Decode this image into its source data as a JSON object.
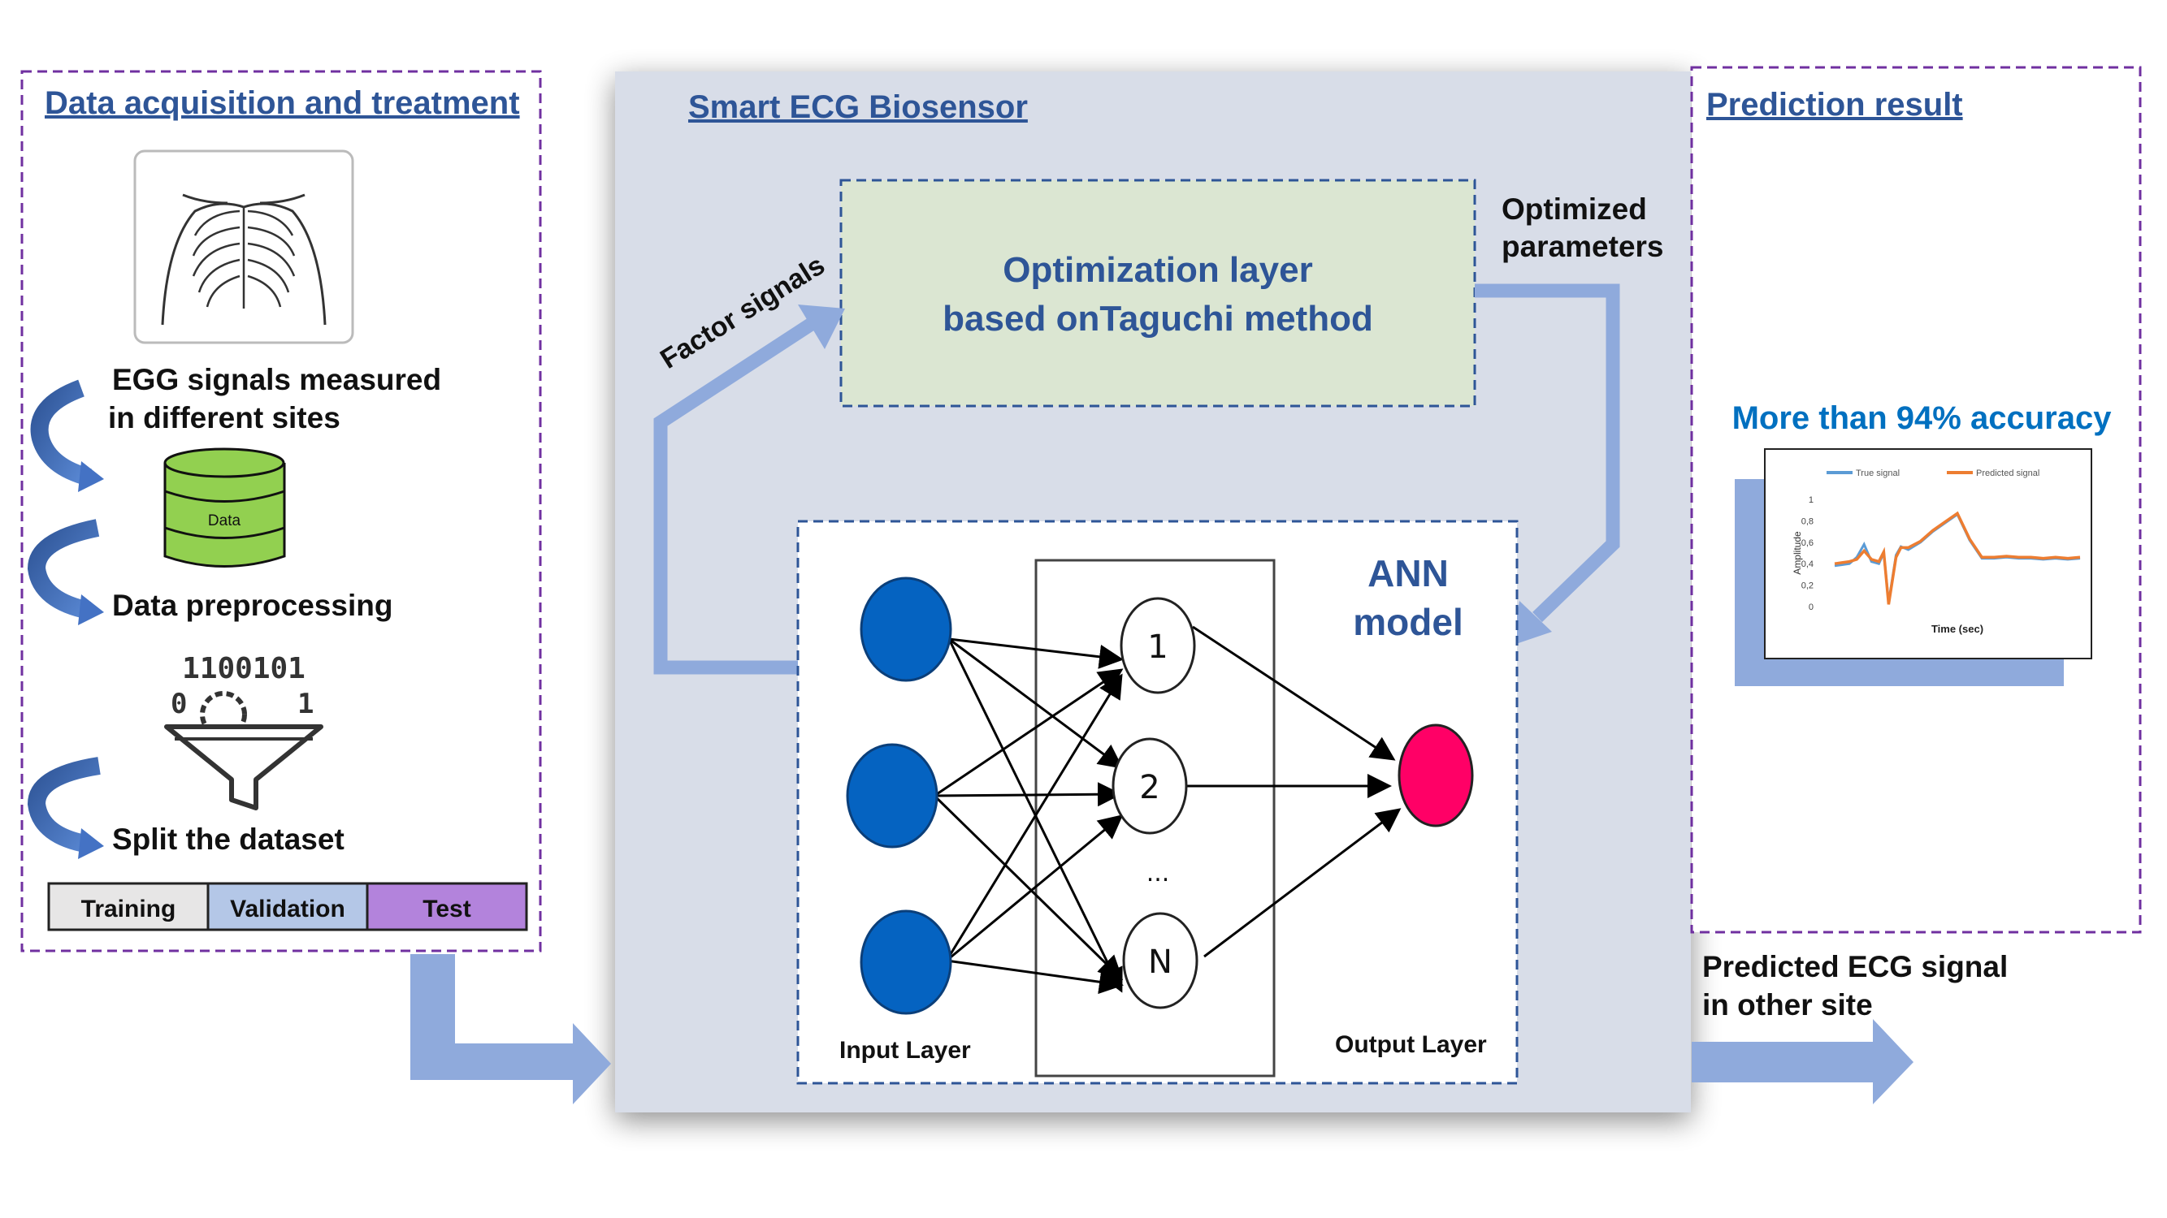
{
  "left_panel": {
    "title": "Data acquisition and treatment",
    "step1": [
      "EGG signals measured",
      "in different sites"
    ],
    "db_label": "Data",
    "step2": "Data preprocessing",
    "binary_top": "1100101",
    "binary_mid": [
      "0",
      "1"
    ],
    "step3": "Split the dataset",
    "splits": [
      "Training",
      "Validation",
      "Test"
    ]
  },
  "center_panel": {
    "title": "Smart ECG Biosensor",
    "factor_label": "Factor signals",
    "optimized_label": [
      "Optimized",
      "parameters"
    ],
    "opt_layer": [
      "Optimization layer",
      "based onTaguchi method"
    ],
    "ann_title": [
      "ANN",
      "model"
    ],
    "hidden_nodes": [
      "1",
      "2",
      "N"
    ],
    "ellipsis": "...",
    "input_layer": "Input Layer",
    "output_layer": "Output Layer"
  },
  "right_panel": {
    "title": "Prediction result",
    "accuracy": "More than 94% accuracy",
    "predicted_label": [
      "Predicted ECG signal",
      "in other site"
    ]
  },
  "chart_data": {
    "type": "line",
    "series": [
      {
        "name": "True signal",
        "color": "#5b9bd5"
      },
      {
        "name": "Predicted signal",
        "color": "#ed7d31"
      }
    ],
    "yticks": [
      "1",
      "0,8",
      "0,6",
      "0,4",
      "0,2",
      "0"
    ],
    "ylabel": "Amplitude",
    "xlabel": "Time (sec)",
    "ylim": [
      0,
      1
    ],
    "x": [
      0,
      0.03,
      0.06,
      0.09,
      0.12,
      0.15,
      0.18,
      0.2,
      0.22,
      0.25,
      0.27,
      0.3,
      0.35,
      0.4,
      0.45,
      0.5,
      0.55,
      0.6,
      0.65,
      0.7,
      0.75,
      0.8,
      0.85,
      0.9,
      0.95,
      1.0
    ],
    "true_values": [
      0.38,
      0.39,
      0.4,
      0.46,
      0.58,
      0.42,
      0.4,
      0.5,
      0.04,
      0.48,
      0.56,
      0.53,
      0.6,
      0.7,
      0.78,
      0.86,
      0.62,
      0.45,
      0.45,
      0.46,
      0.45,
      0.45,
      0.44,
      0.45,
      0.44,
      0.45
    ],
    "pred_values": [
      0.4,
      0.41,
      0.42,
      0.44,
      0.52,
      0.44,
      0.42,
      0.51,
      0.02,
      0.46,
      0.55,
      0.55,
      0.61,
      0.71,
      0.79,
      0.87,
      0.63,
      0.46,
      0.46,
      0.47,
      0.46,
      0.46,
      0.45,
      0.46,
      0.45,
      0.46
    ]
  },
  "colors": {
    "heading": "#2e5597",
    "accent_blue": "#0070c0",
    "arrow_fill": "#8faadc",
    "panel_gray": "#d8dde8",
    "opt_box": "#dbe6d2",
    "purple_dash": "#7030a0",
    "node_blue": "#0563c1",
    "node_red": "#ff0066",
    "db_green": "#92d050"
  }
}
